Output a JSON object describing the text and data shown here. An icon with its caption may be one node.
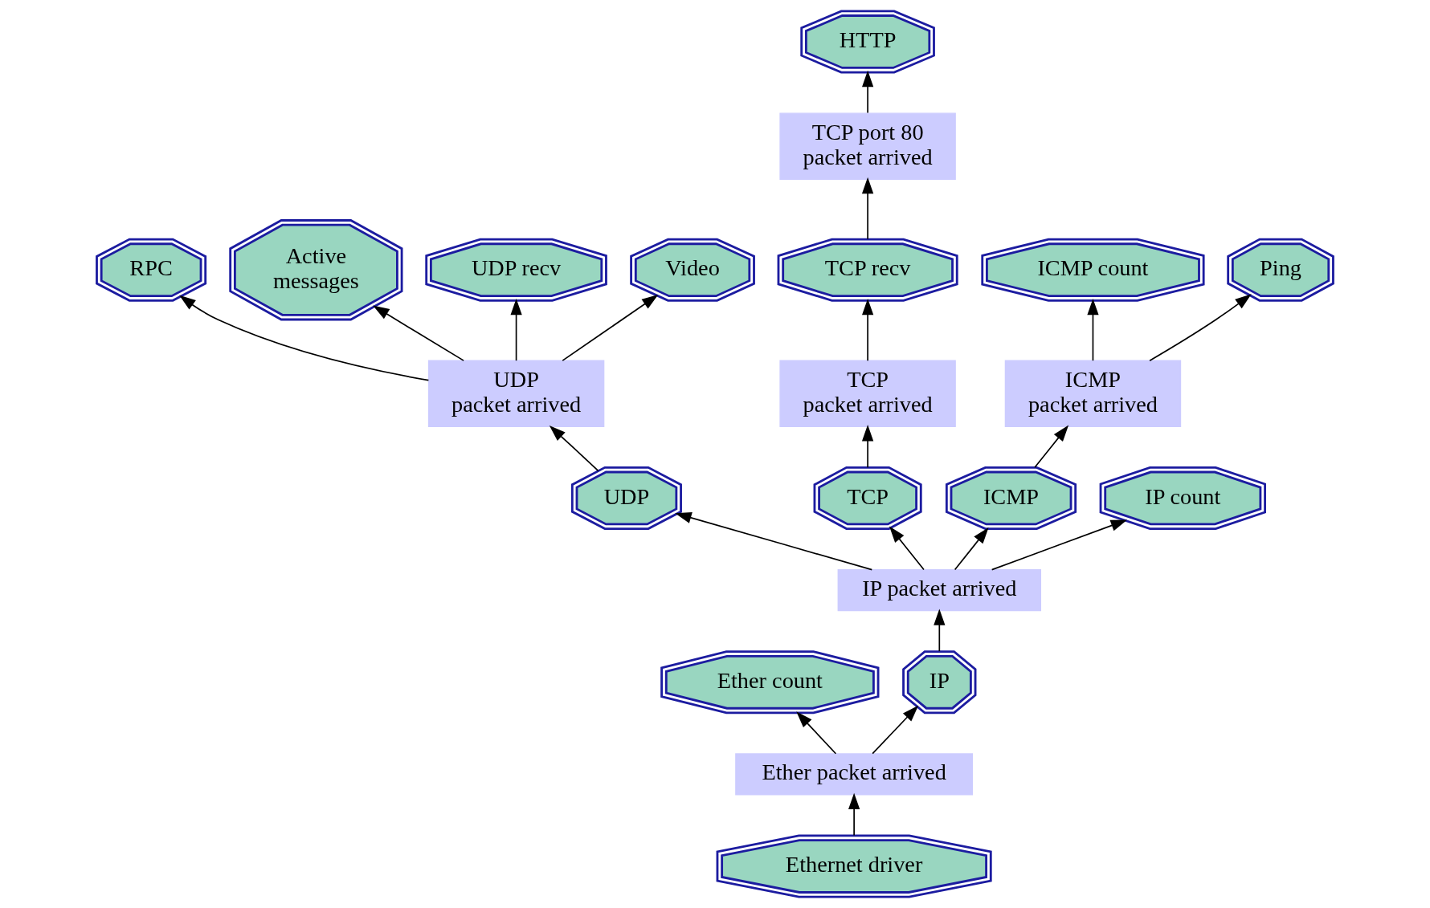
{
  "diagram": {
    "nodes": [
      {
        "text": [
          "TCP port 80 packet arrived"
        ]
      },
      {
        "text": [
          "HTTP"
        ]
      },
      {
        "text": [
          "RPC"
        ]
      },
      {
        "text": [
          "Active messages"
        ]
      },
      {
        "text": [
          "UDP recv"
        ]
      },
      {
        "text": [
          "Video"
        ]
      },
      {
        "text": [
          "ICMP count"
        ]
      },
      {
        "text": [
          "Ping"
        ]
      },
      {
        "text": [
          "TCP recv"
        ]
      },
      {
        "text": [
          "UDP packet arrived"
        ]
      },
      {
        "text": [
          "TCP packet arrived"
        ]
      },
      {
        "text": [
          "ICMP packet arrived"
        ]
      },
      {
        "text": [
          "UDP"
        ]
      },
      {
        "text": [
          "TCP"
        ]
      },
      {
        "text": [
          "ICMP"
        ]
      },
      {
        "text": [
          "IP count"
        ]
      },
      {
        "text": [
          "Ether count"
        ]
      },
      {
        "text": [
          "IP packet arrived"
        ]
      },
      {
        "text": [
          "Ether packet arrived"
        ]
      },
      {
        "text": [
          "IP"
        ]
      },
      {
        "text": [
          "Ethernet driver"
        ]
      }
    ],
    "edges": [
      {
        "from": 20,
        "to": 18,
        "arrow": "to"
      },
      {
        "from": 18,
        "to": 16,
        "arrow": "to"
      },
      {
        "from": 18,
        "to": 19,
        "arrow": "to"
      },
      {
        "from": 19,
        "to": 17,
        "arrow": "to"
      },
      {
        "from": 17,
        "to": 15,
        "arrow": "to"
      },
      {
        "from": 17,
        "to": 12,
        "arrow": "to"
      },
      {
        "from": 17,
        "to": 13,
        "arrow": "to"
      },
      {
        "from": 17,
        "to": 14,
        "arrow": "to"
      },
      {
        "from": 12,
        "to": 9,
        "arrow": "to"
      },
      {
        "from": 13,
        "to": 10,
        "arrow": "to"
      },
      {
        "from": 14,
        "to": 11,
        "arrow": "to"
      },
      {
        "from": 9,
        "to": 4,
        "arrow": "to"
      },
      {
        "from": 9,
        "to": 3,
        "arrow": "to"
      },
      {
        "from": 9,
        "to": 2,
        "arrow": "to"
      },
      {
        "from": 9,
        "to": 5,
        "arrow": "to"
      },
      {
        "from": 10,
        "to": 8,
        "arrow": "to"
      },
      {
        "from": 8,
        "to": 0,
        "arrow": "to"
      },
      {
        "from": 0,
        "to": 1,
        "arrow": "to"
      },
      {
        "from": 11,
        "to": 6,
        "arrow": "to"
      },
      {
        "from": 11,
        "to": 7,
        "arrow": "to"
      }
    ]
  }
}
